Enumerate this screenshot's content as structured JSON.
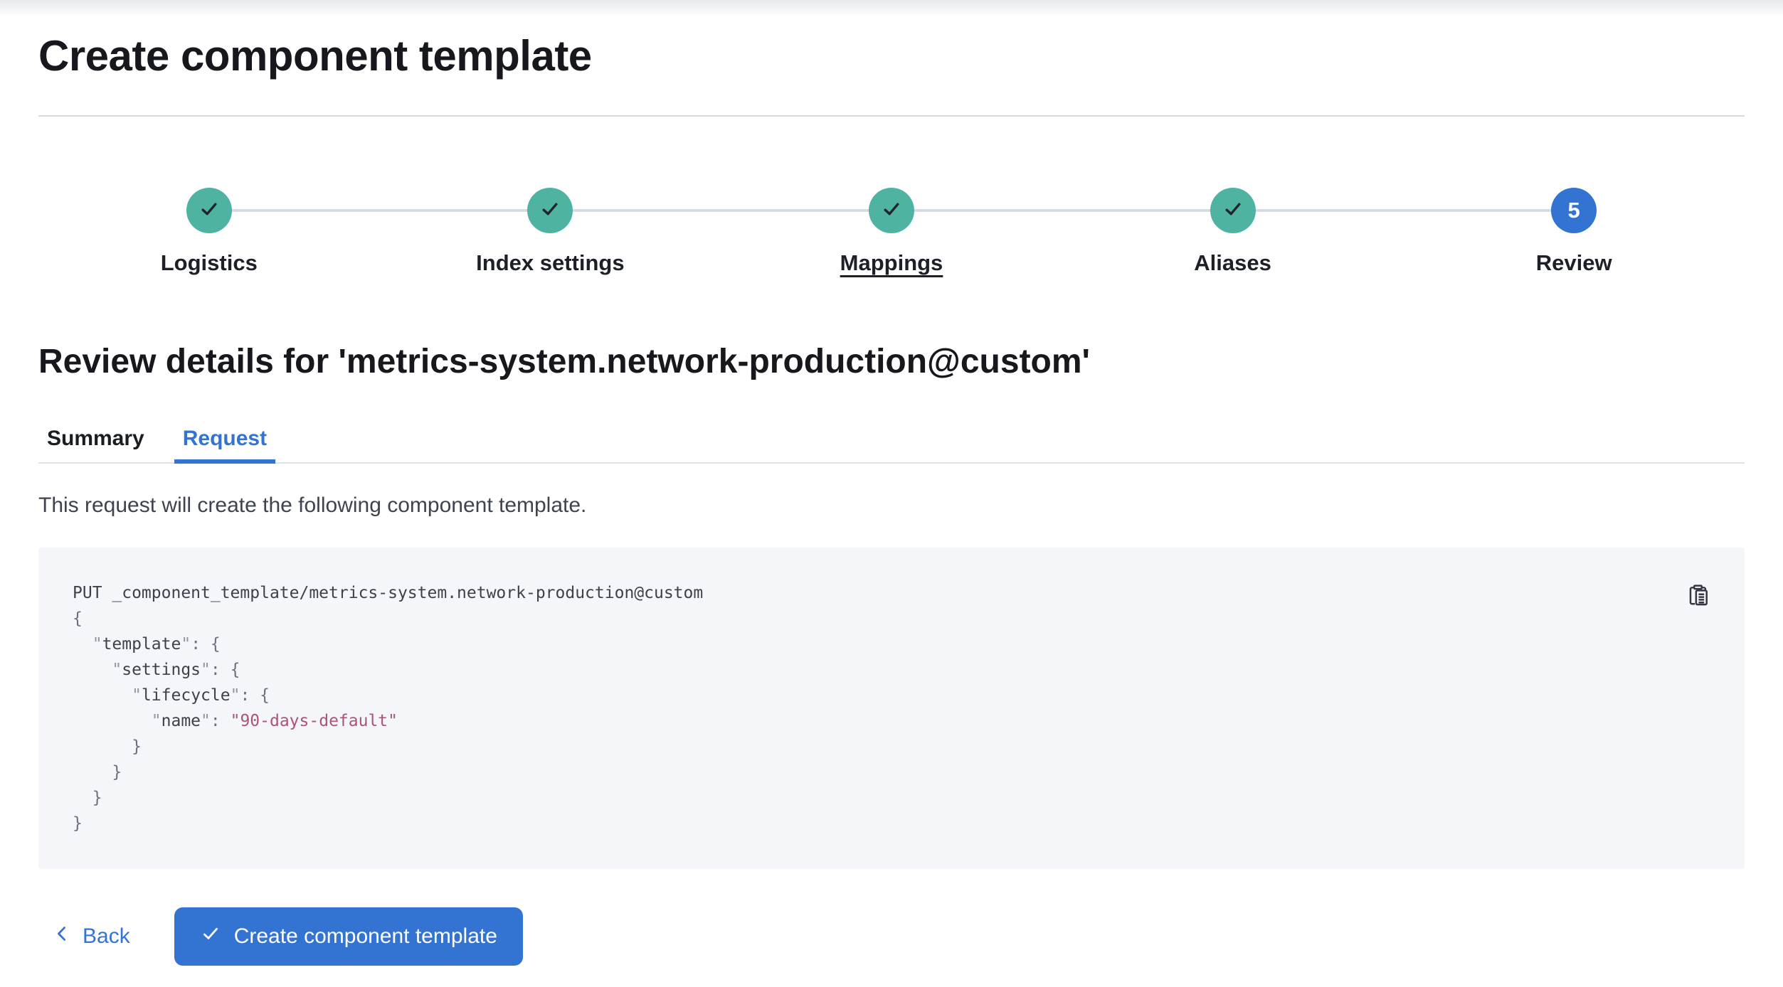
{
  "header": {
    "title": "Create component template"
  },
  "steps": {
    "items": [
      {
        "label": "Logistics",
        "state": "complete"
      },
      {
        "label": "Index settings",
        "state": "complete"
      },
      {
        "label": "Mappings",
        "state": "complete",
        "underlined": true
      },
      {
        "label": "Aliases",
        "state": "complete"
      },
      {
        "label": "Review",
        "state": "current",
        "number": "5"
      }
    ]
  },
  "review": {
    "heading": "Review details for 'metrics-system.network-production@custom'",
    "tabs": [
      {
        "label": "Summary",
        "selected": false
      },
      {
        "label": "Request",
        "selected": true
      }
    ],
    "description": "This request will create the following component template."
  },
  "code": {
    "copy_icon": "copy-clipboard-icon",
    "lines": [
      [
        {
          "t": "PUT _component_template/metrics-system.network-production@custom",
          "c": "plain"
        }
      ],
      [
        {
          "t": "{",
          "c": "punct"
        }
      ],
      [
        {
          "t": "  ",
          "c": "plain"
        },
        {
          "t": "\"",
          "c": "q"
        },
        {
          "t": "template",
          "c": "key"
        },
        {
          "t": "\"",
          "c": "q"
        },
        {
          "t": ": {",
          "c": "punct"
        }
      ],
      [
        {
          "t": "    ",
          "c": "plain"
        },
        {
          "t": "\"",
          "c": "q"
        },
        {
          "t": "settings",
          "c": "key"
        },
        {
          "t": "\"",
          "c": "q"
        },
        {
          "t": ": {",
          "c": "punct"
        }
      ],
      [
        {
          "t": "      ",
          "c": "plain"
        },
        {
          "t": "\"",
          "c": "q"
        },
        {
          "t": "lifecycle",
          "c": "key"
        },
        {
          "t": "\"",
          "c": "q"
        },
        {
          "t": ": {",
          "c": "punct"
        }
      ],
      [
        {
          "t": "        ",
          "c": "plain"
        },
        {
          "t": "\"",
          "c": "q"
        },
        {
          "t": "name",
          "c": "key"
        },
        {
          "t": "\"",
          "c": "q"
        },
        {
          "t": ": ",
          "c": "punct"
        },
        {
          "t": "\"90-days-default\"",
          "c": "str"
        }
      ],
      [
        {
          "t": "      }",
          "c": "punct"
        }
      ],
      [
        {
          "t": "    }",
          "c": "punct"
        }
      ],
      [
        {
          "t": "  }",
          "c": "punct"
        }
      ],
      [
        {
          "t": "}",
          "c": "punct"
        }
      ]
    ]
  },
  "actions": {
    "back_label": "Back",
    "submit_label": "Create component template"
  },
  "colors": {
    "primary": "#3374d3",
    "step_complete": "#4eb3a1",
    "code_string": "#ac5378",
    "code_background": "#f5f6fa"
  }
}
